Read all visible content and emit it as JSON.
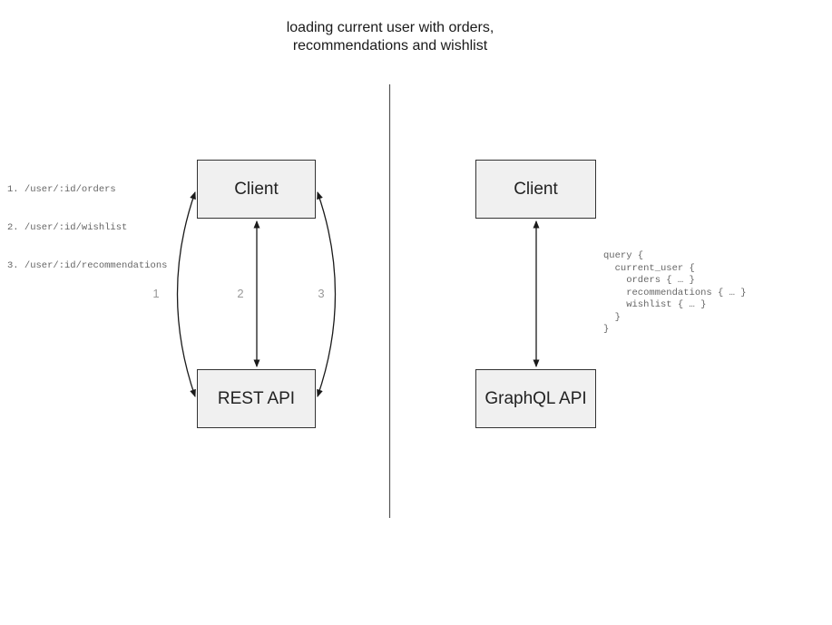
{
  "title": {
    "line1": "loading current user with orders,",
    "line2": "recommendations and wishlist"
  },
  "rest_panel": {
    "endpoints": [
      "1. /user/:id/orders",
      "2. /user/:id/wishlist",
      "3. /user/:id/recommendations"
    ],
    "client_label": "Client",
    "api_label": "REST API",
    "arrow_labels": [
      "1",
      "2",
      "3"
    ]
  },
  "graphql_panel": {
    "client_label": "Client",
    "api_label": "GraphQL API",
    "query": "query {\n  current_user {\n    orders { … }\n    recommendations { … }\n    wishlist { … }\n  }\n}"
  },
  "colors": {
    "box_fill": "#f0f0f0",
    "box_border": "#333333",
    "arrow": "#1a1a1a",
    "divider": "#555555",
    "code_text": "#666666",
    "arrow_label_text": "#999999",
    "title_text": "#1a1a1a"
  }
}
